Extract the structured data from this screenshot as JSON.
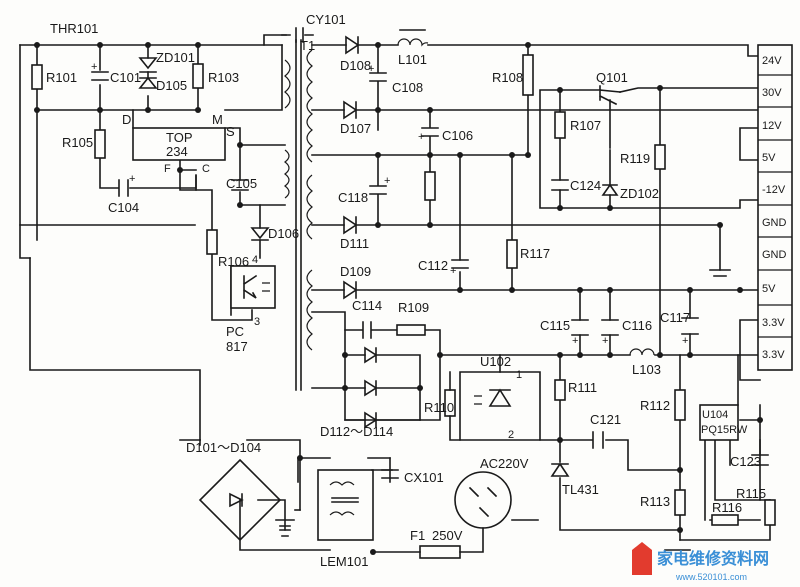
{
  "diagram": {
    "components": {
      "thr101": "THR101",
      "r101": "R101",
      "c101": "C101",
      "zd101": "ZD101",
      "d105": "D105",
      "r103": "R103",
      "r105": "R105",
      "top_line1": "TOP",
      "top_line2": "234",
      "pin_d": "D",
      "pin_m": "M",
      "pin_s": "S",
      "pin_f": "F",
      "pin_c": "C",
      "c104": "C104",
      "c105": "C105",
      "d106": "D106",
      "r106": "R106",
      "pc_pin4": "4",
      "pc_pin3": "3",
      "pc_line1": "PC",
      "pc_line2": "817",
      "cy101": "CY101",
      "t1": "T1",
      "d108": "D108",
      "l101": "L101",
      "c108": "C108",
      "r108": "R108",
      "q101": "Q101",
      "d107": "D107",
      "c106": "C106",
      "r107": "R107",
      "r119": "R119",
      "c124": "C124",
      "zd102": "ZD102",
      "c118": "C118",
      "d111": "D111",
      "c112": "C112",
      "r117": "R117",
      "d109": "D109",
      "c114": "C114",
      "r109": "R109",
      "c115": "C115",
      "c116": "C116",
      "c117": "C117",
      "l103": "L103",
      "u102": "U102",
      "u102_pin1": "1",
      "u102_pin2": "2",
      "r111": "R111",
      "r110": "R110",
      "c121": "C121",
      "r112": "R112",
      "d112_d114": "D112～D114",
      "tl431": "TL431",
      "r113": "R113",
      "u104_line1": "U104",
      "u104_line2": "PQ15RW",
      "c123": "C123",
      "r115": "R115",
      "r116": "R116",
      "d101_d104": "D101～D104",
      "cx101": "CX101",
      "ac": "AC220V",
      "f1": "F1",
      "fuse_rating": "250V",
      "lem101": "LEM101"
    },
    "outputs": [
      "24V",
      "30V",
      "12V",
      "5V",
      "-12V",
      "GND",
      "GND",
      "5V",
      "3.3V",
      "3.3V"
    ]
  },
  "watermark": {
    "text": "家电维修资料网",
    "url": "www.520101.com"
  }
}
